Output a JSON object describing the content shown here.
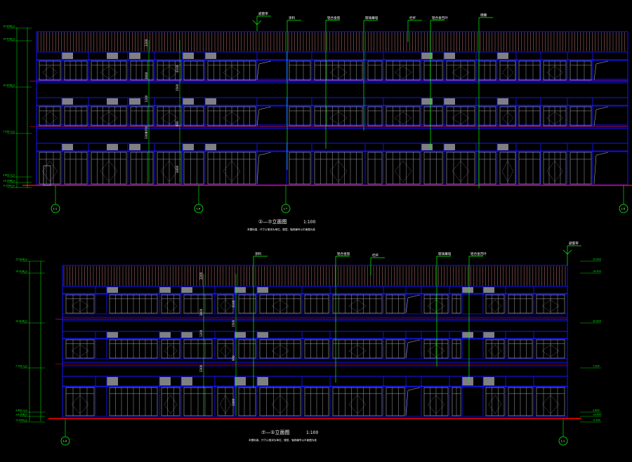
{
  "colors": {
    "background": "#000000",
    "structure": "#1414ff",
    "leader": "#00ff00",
    "dimension": "#00ff00",
    "window": "#c8c8c8",
    "ground": "#ff0000",
    "slab_accent": "#ff00ff",
    "roof_rail": "#ff9a9a",
    "label_text": "#ffffff",
    "panel_gray": "#808080"
  },
  "elevation_top": {
    "title": "①—⑦立面图",
    "scale": "1:100",
    "note": "本图标高、尺寸以毫米为单位，楼层、轴线编号以平面图为准",
    "callouts": [
      "避雷带",
      "涂料",
      "铝合金窗",
      "玻璃幕墙",
      "栏杆",
      "铝合金百叶",
      "雨棚"
    ],
    "axes": [
      "1-1",
      "1-4",
      "1-7",
      "1-9"
    ],
    "level_marks": [
      "15.600",
      "14.400",
      "10.800",
      "7.200",
      "3.600",
      "±0.000",
      "-0.450"
    ],
    "vertical_dims": [
      "2200",
      "2100",
      "3000",
      "1500",
      "1200",
      "900",
      "3300",
      "2400",
      "1050"
    ]
  },
  "elevation_bottom": {
    "title": "⑦—①立面图",
    "scale": "1:100",
    "note": "本图标高、尺寸以毫米为单位，楼层、轴线编号以平面图为准",
    "callouts": [
      "涂料",
      "铝合金窗",
      "栏杆",
      "玻璃幕墙",
      "铝合金百叶",
      "避雷带"
    ],
    "axes": [
      "1-9",
      "1-1"
    ],
    "level_marks": [
      "15.600",
      "14.400",
      "10.800",
      "7.200",
      "3.600",
      "±0.000",
      "-0.450"
    ],
    "vertical_dims": [
      "2200",
      "2100",
      "3000",
      "1500",
      "1200",
      "900",
      "3300",
      "2400"
    ]
  }
}
